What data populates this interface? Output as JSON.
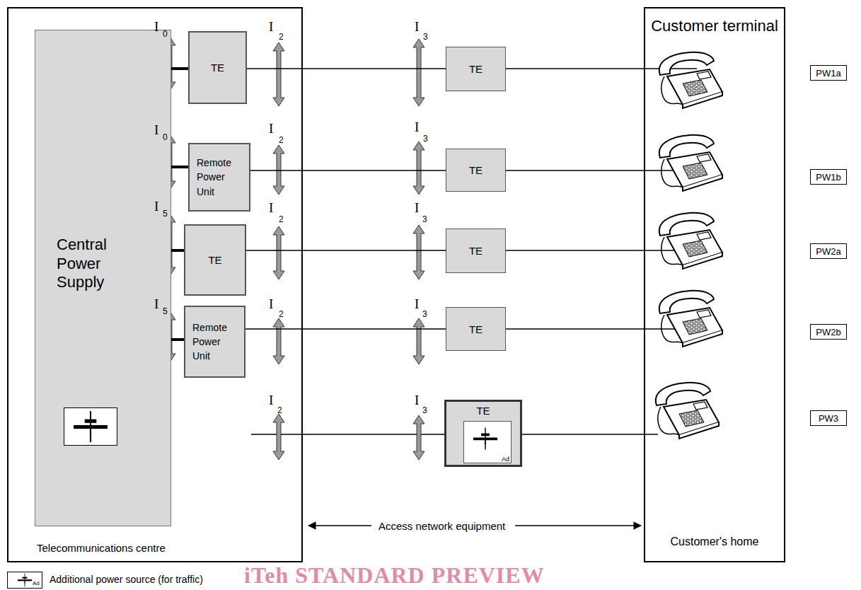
{
  "diagram": {
    "nodes": [
      {
        "text": [
          "Telecommunications centre"
        ]
      },
      {
        "text": [
          "Central Power Supply"
        ],
        "in": 0
      },
      {
        "text": [
          "TE"
        ],
        "in": 0
      },
      {
        "text": [
          "Remote Power Unit"
        ],
        "in": 0
      },
      {
        "text": [
          "TE"
        ],
        "in": 0
      },
      {
        "text": [
          "Remote Power Unit"
        ],
        "in": 0
      },
      {
        "text": [
          "TE"
        ]
      },
      {
        "text": [
          "TE"
        ]
      },
      {
        "text": [
          "TE"
        ]
      },
      {
        "text": [
          "TE"
        ]
      },
      {
        "text": [
          "TE"
        ]
      },
      {
        "text": [
          "Ad"
        ],
        "in": 10
      },
      {
        "text": [
          "Customer terminal",
          "Customer's home"
        ]
      },
      {
        "text": [
          "PW1a"
        ]
      },
      {
        "text": [
          "PW1b"
        ]
      },
      {
        "text": [
          "PW2a"
        ]
      },
      {
        "text": [
          "PW2b"
        ]
      },
      {
        "text": [
          "PW3"
        ]
      }
    ],
    "edges": [
      {
        "from": 1,
        "to": 2,
        "arrow": "none"
      },
      {
        "from": 1,
        "to": 3,
        "arrow": "none"
      },
      {
        "from": 1,
        "to": 4,
        "arrow": "none"
      },
      {
        "from": 1,
        "to": 5,
        "arrow": "none"
      },
      {
        "from": 2,
        "to": 6,
        "arrow": "none"
      },
      {
        "from": 3,
        "to": 7,
        "arrow": "none"
      },
      {
        "from": 4,
        "to": 8,
        "arrow": "none"
      },
      {
        "from": 5,
        "to": 9,
        "arrow": "none"
      }
    ],
    "labels": [
      "I",
      "0",
      "I",
      "0",
      "I",
      "5",
      "I",
      "5",
      "I",
      "2",
      "I",
      "2",
      "I",
      "2",
      "I",
      "2",
      "I",
      "2",
      "I",
      "3",
      "I",
      "3",
      "I",
      "3",
      "I",
      "3",
      "I",
      "3",
      "Access network equipment",
      "Ad",
      "iTeh STANDARD PREVIEW"
    ],
    "legend": [
      {
        "text": "Additional power source (for traffic)"
      }
    ]
  }
}
